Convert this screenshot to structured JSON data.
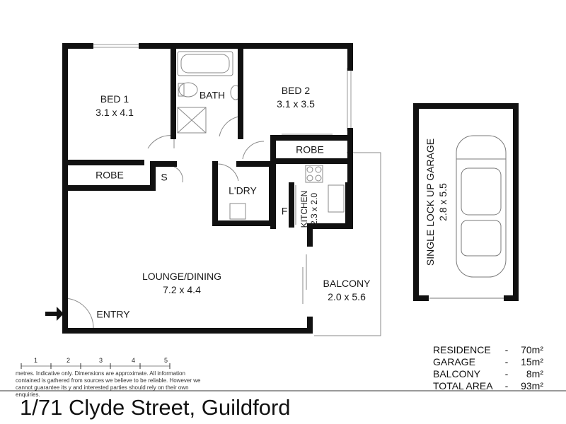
{
  "rooms": {
    "bed1": {
      "name": "BED 1",
      "size": "3.1 x 4.1"
    },
    "bed2": {
      "name": "BED 2",
      "size": "3.1 x 3.5"
    },
    "bath": {
      "name": "BATH"
    },
    "robe1": {
      "name": "ROBE"
    },
    "robe2": {
      "name": "ROBE"
    },
    "storage": {
      "name": "S"
    },
    "laundry": {
      "name": "L'DRY"
    },
    "fridge": {
      "name": "F"
    },
    "kitchen": {
      "name": "KITCHEN",
      "size": "2.3 x 2.0"
    },
    "lounge": {
      "name": "LOUNGE/DINING",
      "size": "7.2 x 4.4"
    },
    "balcony": {
      "name": "BALCONY",
      "size": "2.0 x 5.6"
    },
    "entry": {
      "name": "ENTRY"
    },
    "garage": {
      "name": "SINGLE LOCK UP GARAGE",
      "size": "2.8 x 5.5"
    }
  },
  "areas": [
    {
      "name": "RESIDENCE",
      "dash": "-",
      "value": "70m²"
    },
    {
      "name": "GARAGE",
      "dash": "-",
      "value": "15m²"
    },
    {
      "name": "BALCONY",
      "dash": "-",
      "value": "8m²"
    },
    {
      "name": "TOTAL AREA",
      "dash": "-",
      "value": "93m²"
    }
  ],
  "scale": {
    "ticks": [
      "1",
      "2",
      "3",
      "4",
      "5"
    ],
    "disclaimer": "metres. Indicative only. Dimensions are approximate. All information contained is gathered from sources we believe to be reliable. However we cannot guarantee its y and interested parties should rely on their own enquiries."
  },
  "address": "1/71 Clyde Street, Guildford"
}
